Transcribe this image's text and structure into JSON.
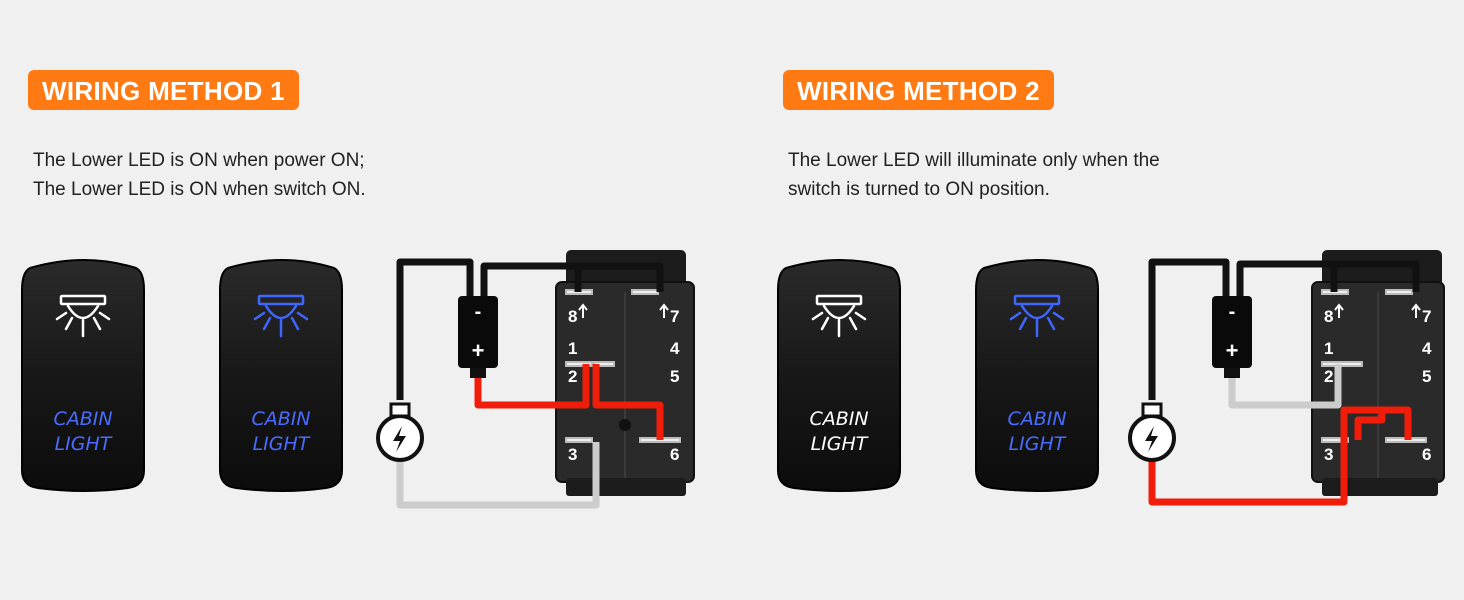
{
  "methods": [
    {
      "title": "WIRING METHOD 1",
      "description": [
        "The Lower LED is ON when power ON;",
        "The Lower LED is ON when switch ON."
      ],
      "switch_off": {
        "label": [
          "CABIN",
          "LIGHT"
        ],
        "icon_color": "#ffffff",
        "text_color": "#4a6bff"
      },
      "switch_on": {
        "label": [
          "CABIN",
          "LIGHT"
        ],
        "icon_color": "#3f66ff",
        "text_color": "#4a6bff"
      }
    },
    {
      "title": "WIRING METHOD 2",
      "description": [
        "The Lower LED will illuminate only when the",
        "switch is turned to ON position."
      ],
      "switch_off": {
        "label": [
          "CABIN",
          "LIGHT"
        ],
        "icon_color": "#ffffff",
        "text_color": "#ffffff"
      },
      "switch_on": {
        "label": [
          "CABIN",
          "LIGHT"
        ],
        "icon_color": "#3f66ff",
        "text_color": "#4a6bff"
      }
    }
  ],
  "terminals": {
    "t8": "8",
    "t7": "7",
    "t1": "1",
    "t4": "4",
    "t2": "2",
    "t5": "5",
    "t3": "3",
    "t6": "6"
  },
  "battery": {
    "minus": "-",
    "plus": "+"
  },
  "colors": {
    "accent": "#ff7a12",
    "wire_black": "#111111",
    "wire_red": "#f01d0a",
    "wire_gray": "#cccccc",
    "led_blue": "#3f66ff"
  }
}
